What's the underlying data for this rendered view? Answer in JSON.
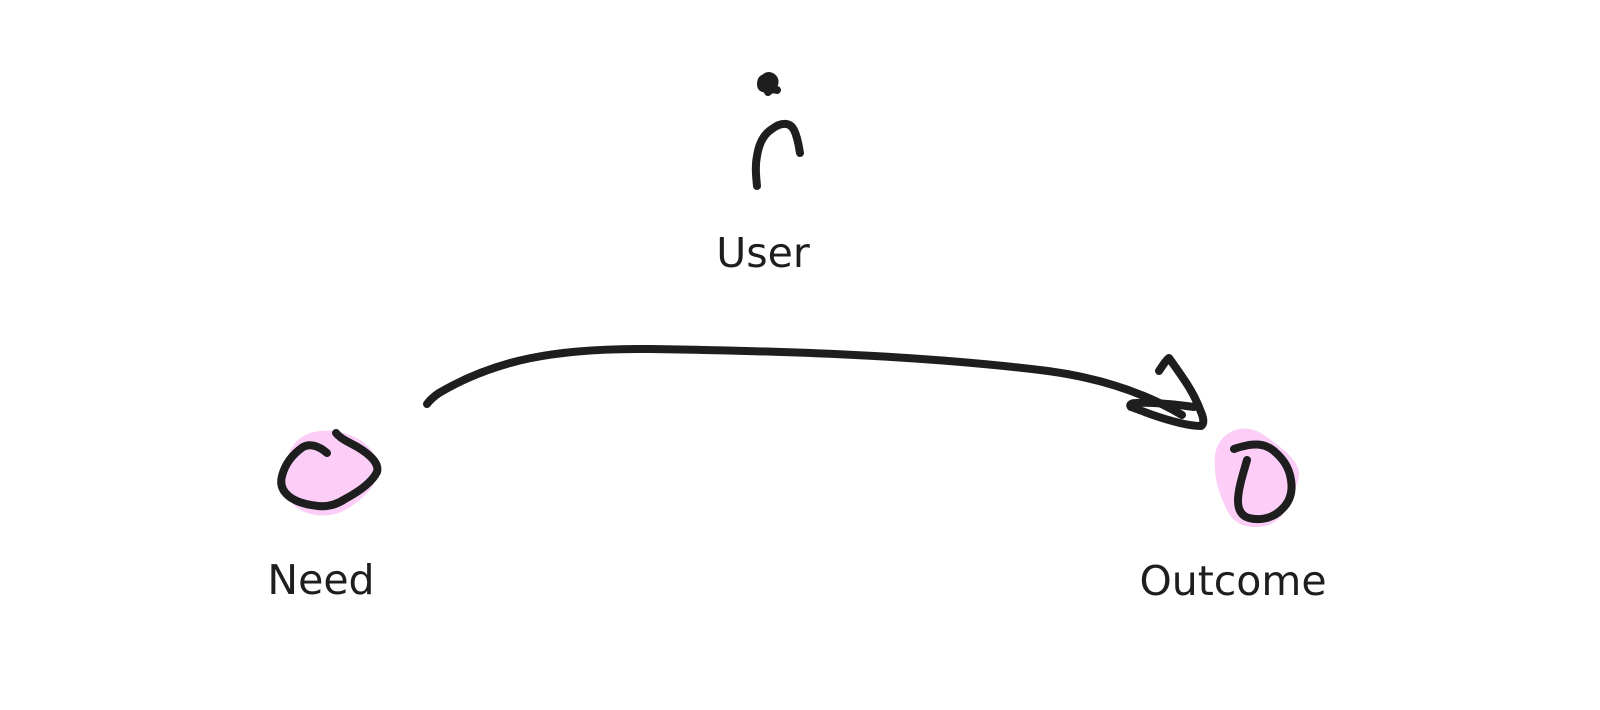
{
  "diagram": {
    "nodes": [
      {
        "id": "user",
        "label": "User",
        "icon": "person-icon"
      },
      {
        "id": "need",
        "label": "Need",
        "icon": "hand-drawn-blob-icon",
        "fill": "#fbcdf7"
      },
      {
        "id": "outcome",
        "label": "Outcome",
        "icon": "hand-drawn-blob-icon",
        "fill": "#fbcdf7"
      }
    ],
    "edges": [
      {
        "from": "need",
        "to": "outcome",
        "style": "hand-drawn-arrow"
      }
    ]
  },
  "colors": {
    "stroke": "#1e1e1e",
    "highlight": "#fbcdf7",
    "background": "#ffffff"
  }
}
